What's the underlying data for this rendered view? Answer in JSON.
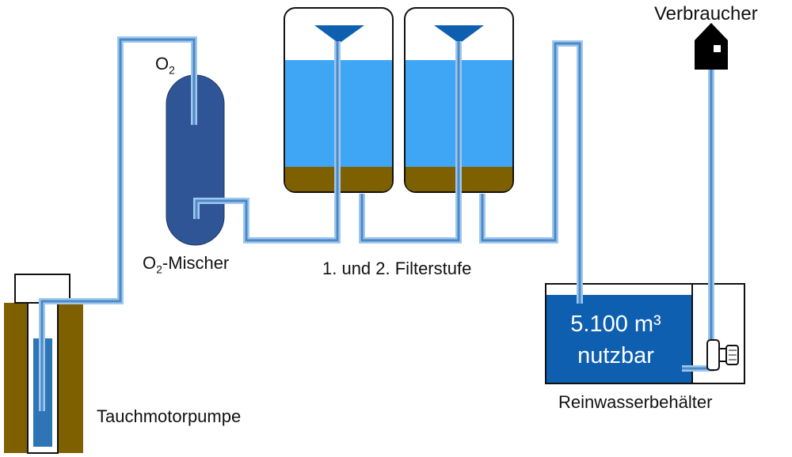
{
  "labels": {
    "consumer": "Verbraucher",
    "o2_top": "O",
    "o2_top_sub": "2",
    "mixer_prefix": "O",
    "mixer_sub": "2",
    "mixer_suffix": "-Mischer",
    "filter": "1. und 2. Filterstufe",
    "pump": "Tauchmotorpumpe",
    "reservoir": "Reinwasserbehälter"
  },
  "reservoir": {
    "volume": "5.100 m³",
    "status": "nutzbar"
  },
  "colors": {
    "pipe_fill": "#4f88c6",
    "pipe_edge": "#9ec9ef",
    "mixer": "#2f5597",
    "water_light": "#3ea6f5",
    "water_dark": "#0f5fb0",
    "sediment": "#7f6000",
    "ground": "#7f6000",
    "house": "#000000"
  },
  "icons": [
    "house-icon",
    "pump-icon",
    "funnel-icon"
  ]
}
